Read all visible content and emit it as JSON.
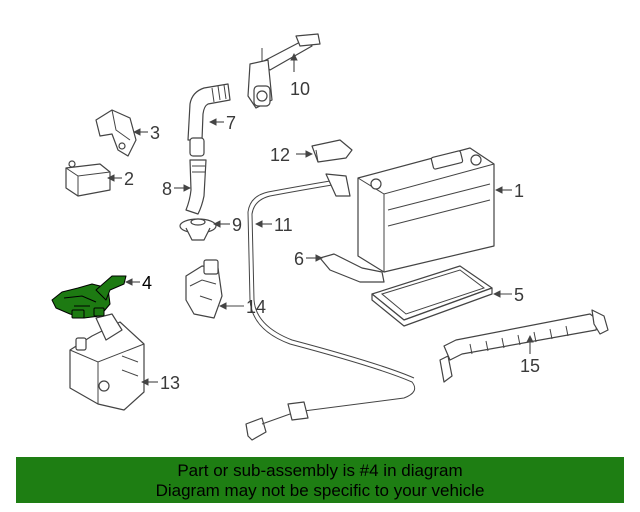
{
  "diagram": {
    "callouts": [
      {
        "number": "1"
      },
      {
        "number": "2"
      },
      {
        "number": "3"
      },
      {
        "number": "4"
      },
      {
        "number": "5"
      },
      {
        "number": "6"
      },
      {
        "number": "7"
      },
      {
        "number": "8"
      },
      {
        "number": "9"
      },
      {
        "number": "10"
      },
      {
        "number": "11"
      },
      {
        "number": "12"
      },
      {
        "number": "13"
      },
      {
        "number": "14"
      },
      {
        "number": "15"
      }
    ],
    "highlight_color": "#1d7a12"
  },
  "banner": {
    "line1": "Part or sub-assembly is #4 in diagram",
    "line2": "Diagram may not be specific to your vehicle",
    "background": "#1e7e13"
  }
}
